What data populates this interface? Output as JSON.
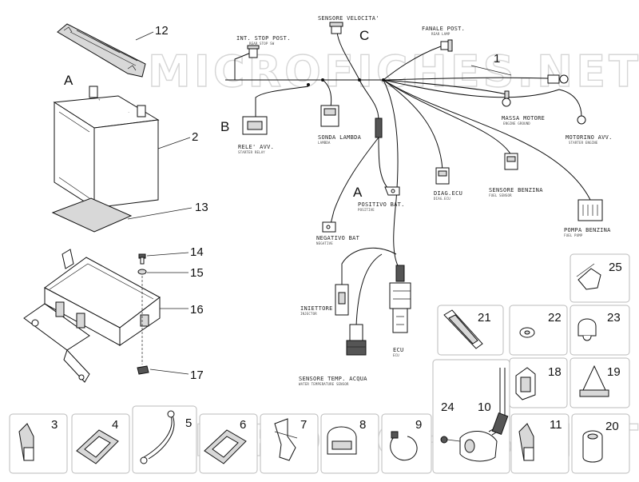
{
  "watermark": "MICROFICHES.NET",
  "group_letters": {
    "a1": "A",
    "a2": "A",
    "b1": "B",
    "b2": "B",
    "c1": "C",
    "c2": "C"
  },
  "part_numbers": {
    "p1": "1",
    "p2": "2",
    "p3": "3",
    "p4": "4",
    "p5": "5",
    "p6": "6",
    "p7": "7",
    "p8": "8",
    "p9": "9",
    "p10": "10",
    "p11": "11",
    "p12": "12",
    "p13": "13",
    "p14": "14",
    "p15": "15",
    "p16": "16",
    "p17": "17",
    "p18": "18",
    "p19": "19",
    "p20": "20",
    "p21": "21",
    "p22": "22",
    "p23": "23",
    "p24": "24",
    "p25": "25"
  },
  "connectors": {
    "sensore_velocita": {
      "label": "SENSORE VELOCITA'",
      "sub": ""
    },
    "int_stop": {
      "label": "INT. STOP POST.",
      "sub": "REAR STOP SW"
    },
    "fanale_post": {
      "label": "FANALE POST.",
      "sub": "REAR LAMP"
    },
    "massa_motore": {
      "label": "MASSA MOTORE",
      "sub": "ENGINE GROUND"
    },
    "motorino": {
      "label": "MOTORINO AVV.",
      "sub": "STARTER ENGINE"
    },
    "rele": {
      "label": "RELE' AVV.",
      "sub": "STARTER RELAY"
    },
    "sonda": {
      "label": "SONDA LAMBDA",
      "sub": "LAMBDA"
    },
    "positivo": {
      "label": "POSITIVO BAT.",
      "sub": "POSITIVE"
    },
    "negativo": {
      "label": "NEGATIVO BAT",
      "sub": "NEGATIVE"
    },
    "diag": {
      "label": "DIAG.ECU",
      "sub": "DIAG.ECU"
    },
    "benzina": {
      "label": "SENSORE BENZINA",
      "sub": "FUEL SENSOR"
    },
    "pompa": {
      "label": "POMPA BENZINA",
      "sub": "FUEL PUMP"
    },
    "iniettore": {
      "label": "INIETTORE",
      "sub": "INJECTOR"
    },
    "ecu": {
      "label": "ECU",
      "sub": "ECU"
    },
    "acqua": {
      "label": "SENSORE TEMP. ACQUA",
      "sub": "WATER TEMPERATURE SENSOR"
    }
  }
}
